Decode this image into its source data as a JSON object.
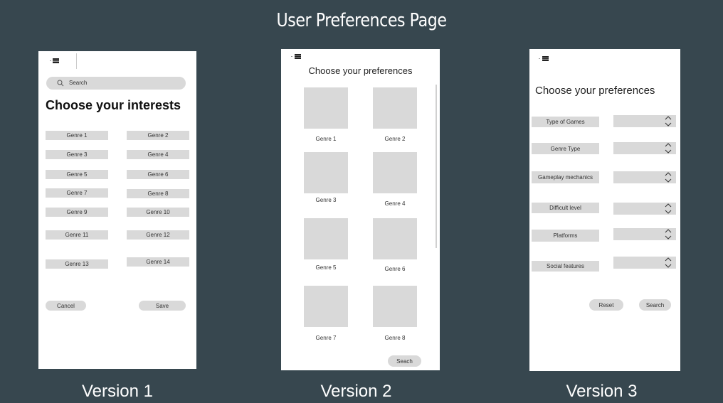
{
  "page_title": "User Preferences Page",
  "captions": [
    "Version 1",
    "Version 2",
    "Version 3"
  ],
  "v1": {
    "search_placeholder": "Search",
    "heading": "Choose your interests",
    "genres": [
      "Genre 1",
      "Genre 2",
      "Genre 3",
      "Genre 4",
      "Genre 5",
      "Genre 6",
      "Genre 7",
      "Genre 8",
      "Genre 9",
      "Genre 10",
      "Genre 11",
      "Genre 12",
      "Genre 13",
      "Genre 14"
    ],
    "cancel_label": "Cancel",
    "save_label": "Save"
  },
  "v2": {
    "heading": "Choose your preferences",
    "genres": [
      "Genre 1",
      "Genre 2",
      "Genre 3",
      "Genre 4",
      "Genre 5",
      "Genre 6",
      "Genre 7",
      "Genre 8"
    ],
    "search_label": "Seach"
  },
  "v3": {
    "heading": "Choose your preferences",
    "filters": [
      "Type of Games",
      "Genre Type",
      "Gameplay mechanics",
      "Difficult level",
      "Platforms",
      "Social features"
    ],
    "reset_label": "Reset",
    "search_label": "Search"
  },
  "colors": {
    "background": "#37474f",
    "panel": "#ffffff",
    "placeholder": "#d9d9d9"
  }
}
